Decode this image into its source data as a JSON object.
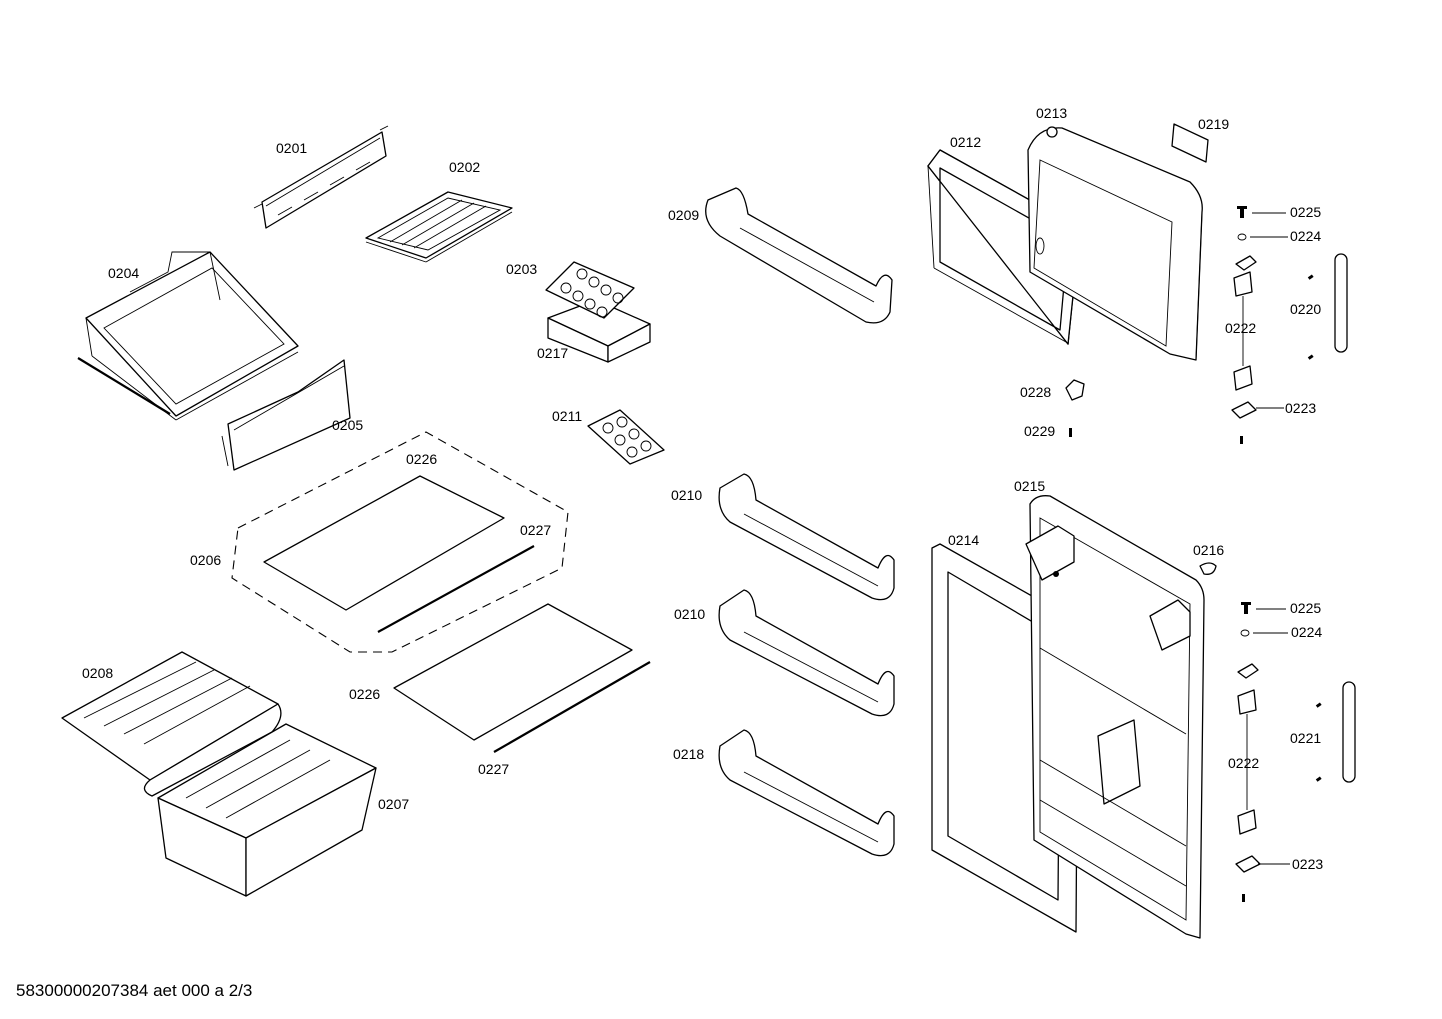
{
  "labels": {
    "p0201": "0201",
    "p0202": "0202",
    "p0203": "0203",
    "p0204": "0204",
    "p0205": "0205",
    "p0206": "0206",
    "p0207": "0207",
    "p0208": "0208",
    "p0209": "0209",
    "p0210_a": "0210",
    "p0210_b": "0210",
    "p0211": "0211",
    "p0212": "0212",
    "p0213": "0213",
    "p0214": "0214",
    "p0215": "0215",
    "p0216": "0216",
    "p0217": "0217",
    "p0218": "0218",
    "p0219": "0219",
    "p0220": "0220",
    "p0221": "0221",
    "p0222_a": "0222",
    "p0222_b": "0222",
    "p0223_a": "0223",
    "p0223_b": "0223",
    "p0224_a": "0224",
    "p0224_b": "0224",
    "p0225_a": "0225",
    "p0225_b": "0225",
    "p0226_a": "0226",
    "p0226_b": "0226",
    "p0227_a": "0227",
    "p0227_b": "0227",
    "p0228": "0228",
    "p0229": "0229"
  },
  "footer": "58300000207384 aet 000 a 2/3"
}
